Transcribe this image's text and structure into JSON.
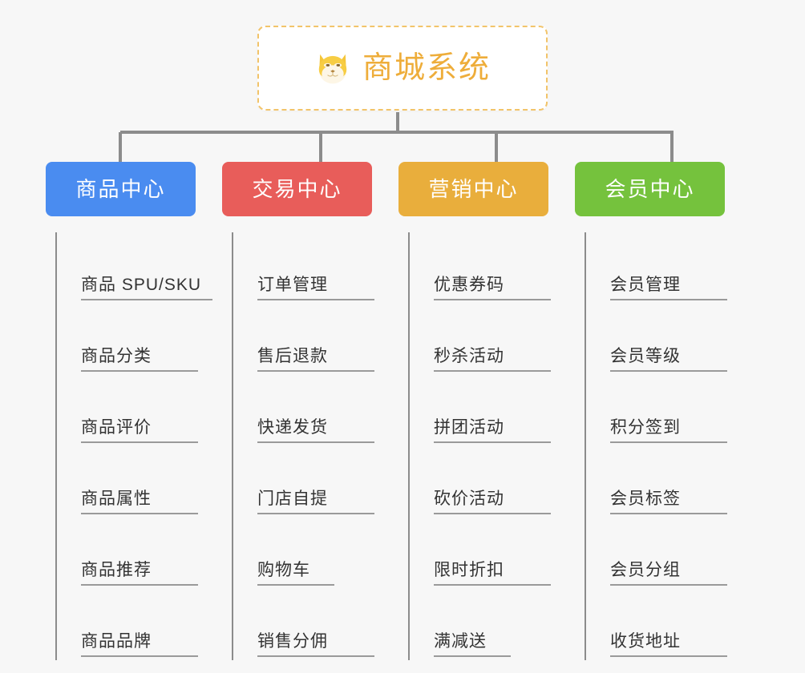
{
  "root": {
    "title": "商城系统",
    "icon": "shiba-dog-face-icon",
    "border_color": "#f2c46a",
    "text_color": "#eead3a",
    "background": "#ffffff"
  },
  "canvas": {
    "background": "#f7f7f7",
    "connector_color": "#8c8c8c",
    "leaf_rule_color": "#9a9a9a"
  },
  "columns": [
    {
      "id": "product-center",
      "title": "商品中心",
      "color": "#4a8cf0",
      "items": [
        {
          "label": "商品 SPU/SKU"
        },
        {
          "label": "商品分类"
        },
        {
          "label": "商品评价"
        },
        {
          "label": "商品属性"
        },
        {
          "label": "商品推荐"
        },
        {
          "label": "商品品牌"
        }
      ]
    },
    {
      "id": "trade-center",
      "title": "交易中心",
      "color": "#e85d5a",
      "items": [
        {
          "label": "订单管理"
        },
        {
          "label": "售后退款"
        },
        {
          "label": "快递发货"
        },
        {
          "label": "门店自提"
        },
        {
          "label": "购物车",
          "short": true
        },
        {
          "label": "销售分佣"
        }
      ]
    },
    {
      "id": "marketing-center",
      "title": "营销中心",
      "color": "#e9ae3c",
      "items": [
        {
          "label": "优惠券码"
        },
        {
          "label": "秒杀活动"
        },
        {
          "label": "拼团活动"
        },
        {
          "label": "砍价活动"
        },
        {
          "label": "限时折扣"
        },
        {
          "label": "满减送",
          "short": true
        }
      ]
    },
    {
      "id": "member-center",
      "title": "会员中心",
      "color": "#75c23d",
      "items": [
        {
          "label": "会员管理"
        },
        {
          "label": "会员等级"
        },
        {
          "label": "积分签到"
        },
        {
          "label": "会员标签"
        },
        {
          "label": "会员分组"
        },
        {
          "label": "收货地址"
        }
      ]
    }
  ]
}
